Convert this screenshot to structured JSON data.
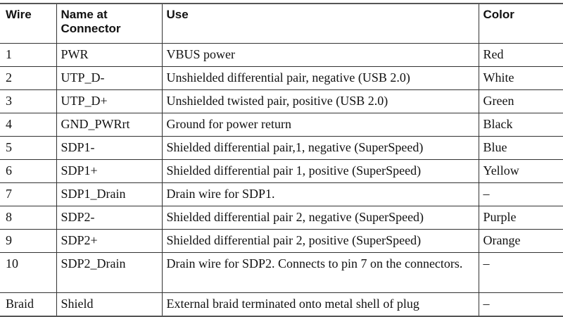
{
  "headers": [
    "Wire",
    "Name at Connector",
    "Use",
    "Color"
  ],
  "rows": [
    [
      "1",
      "PWR",
      "VBUS power",
      "Red"
    ],
    [
      "2",
      "UTP_D-",
      "Unshielded differential pair, negative (USB 2.0)",
      "White"
    ],
    [
      "3",
      "UTP_D+",
      "Unshielded twisted pair, positive (USB 2.0)",
      "Green"
    ],
    [
      "4",
      "GND_PWRrt",
      "Ground for power return",
      "Black"
    ],
    [
      "5",
      "SDP1-",
      "Shielded differential pair,1, negative (SuperSpeed)",
      "Blue"
    ],
    [
      "6",
      "SDP1+",
      "Shielded differential pair 1, positive (SuperSpeed)",
      "Yellow"
    ],
    [
      "7",
      "SDP1_Drain",
      "Drain wire for SDP1.",
      "–"
    ],
    [
      "8",
      "SDP2-",
      "Shielded differential pair 2, negative (SuperSpeed)",
      "Purple"
    ],
    [
      "9",
      "SDP2+",
      "Shielded differential pair 2, positive (SuperSpeed)",
      "Orange"
    ],
    [
      "10",
      "SDP2_Drain",
      "Drain wire for SDP2. Connects to pin 7 on the connectors.",
      "–"
    ],
    [
      "Braid",
      "Shield",
      "External braid terminated onto metal shell of plug",
      "–"
    ]
  ]
}
